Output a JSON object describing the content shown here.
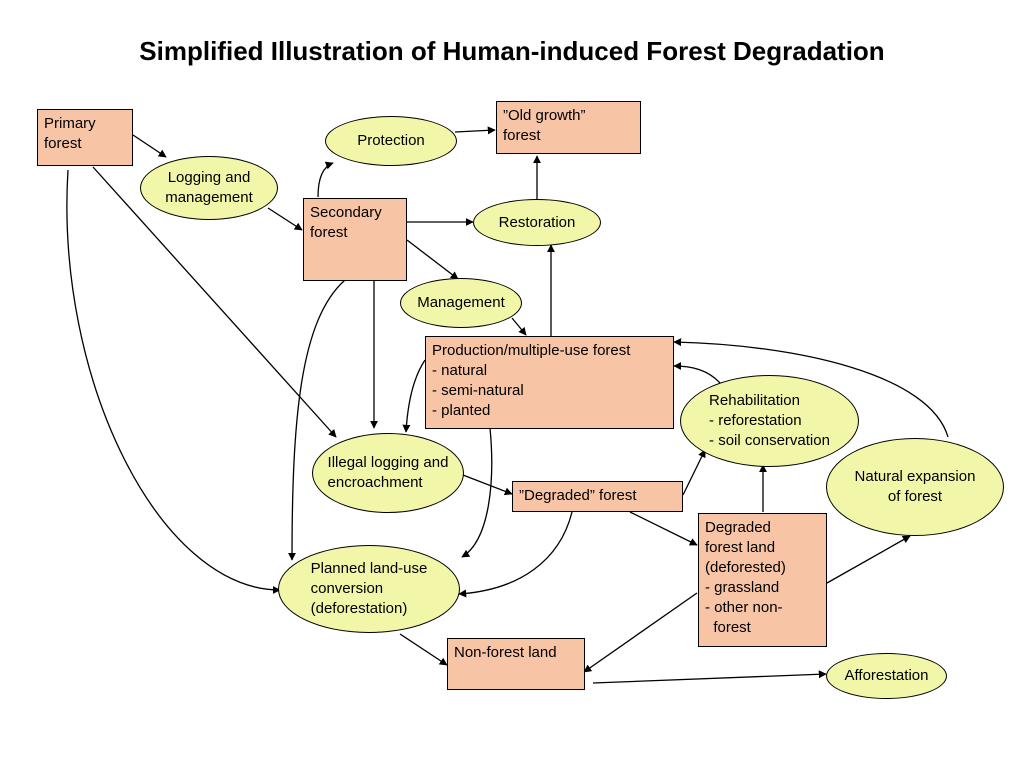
{
  "title": "Simplified Illustration of Human-induced Forest Degradation",
  "nodes": {
    "primary_forest": [
      "Primary",
      "forest"
    ],
    "old_growth": [
      "”Old growth”",
      "forest"
    ],
    "protection": [
      "Protection"
    ],
    "logging_management": [
      "Logging and",
      "management"
    ],
    "secondary_forest": [
      "Secondary",
      "forest"
    ],
    "restoration": [
      "Restoration"
    ],
    "management": [
      "Management"
    ],
    "production": [
      "Production/multiple-use forest",
      "- natural",
      "- semi-natural",
      "- planted"
    ],
    "rehabilitation": [
      "Rehabilitation",
      "- reforestation",
      "- soil conservation"
    ],
    "illegal_logging": [
      "Illegal logging and",
      "encroachment"
    ],
    "degraded_forest": [
      "”Degraded” forest"
    ],
    "natural_expansion": [
      "Natural expansion",
      "of forest"
    ],
    "degraded_land": [
      "Degraded",
      "forest land",
      "(deforested)",
      "- grassland",
      "- other non-",
      "  forest"
    ],
    "planned_conversion": [
      "Planned land-use",
      "conversion",
      "(deforestation)"
    ],
    "non_forest_land": [
      "Non-forest land"
    ],
    "afforestation": [
      "Afforestation"
    ]
  }
}
